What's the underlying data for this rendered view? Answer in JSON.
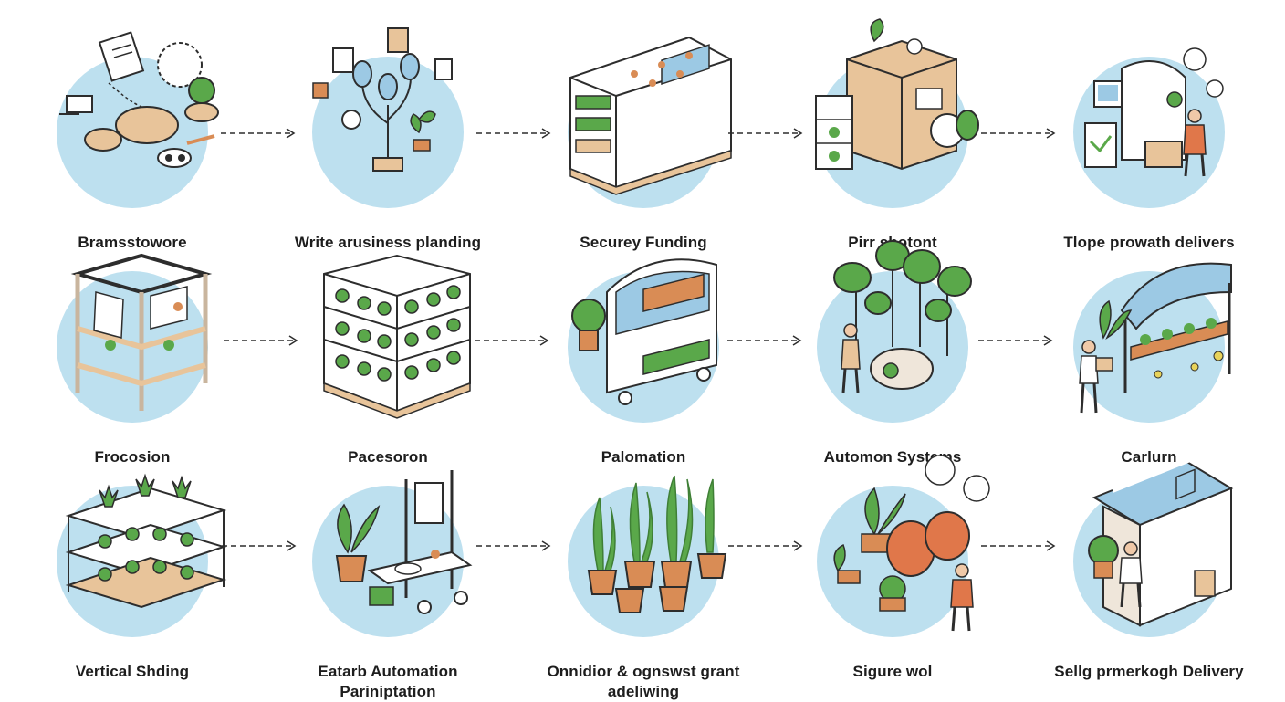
{
  "steps": [
    {
      "id": "s1",
      "label": "Bramsstowore",
      "icon": "brainstorm-icon"
    },
    {
      "id": "s2",
      "label": "Write arusiness planding",
      "icon": "business-plan-icon"
    },
    {
      "id": "s3",
      "label": "Securey Funding",
      "icon": "funding-container-icon"
    },
    {
      "id": "s4",
      "label": "Pirr sbotont",
      "icon": "building-plant-icon"
    },
    {
      "id": "s5",
      "label": "Tlope prowath delivers",
      "icon": "delivery-worker-icon"
    },
    {
      "id": "s6",
      "label": "Frocosion",
      "icon": "frame-structure-icon"
    },
    {
      "id": "s7",
      "label": "Pacesoron",
      "icon": "grow-rack-icon"
    },
    {
      "id": "s8",
      "label": "Palomation",
      "icon": "greenhouse-cart-icon"
    },
    {
      "id": "s9",
      "label": "Automon Systems",
      "icon": "trees-worker-icon"
    },
    {
      "id": "s10",
      "label": "Carlurn",
      "icon": "greenhouse-stand-icon"
    },
    {
      "id": "s11",
      "label": "Vertical Shding",
      "icon": "vertical-shelf-icon"
    },
    {
      "id": "s12",
      "label": "Eatarb Automation Pariniptation",
      "icon": "automation-station-icon"
    },
    {
      "id": "s13",
      "label": "Onnidior & ognswst grant adeliwing",
      "icon": "potted-grass-icon"
    },
    {
      "id": "s14",
      "label": "Sigure wol",
      "icon": "harvest-worker-icon"
    },
    {
      "id": "s15",
      "label": "Sellg prmerkogh Delivery",
      "icon": "market-stall-icon"
    }
  ],
  "colors": {
    "circle": "#bde0ef",
    "stroke": "#2d2d2d",
    "leaf": "#5aa84a",
    "leaf_dark": "#3f7f36",
    "wood": "#e8c49a",
    "pot": "#d98c55",
    "white": "#ffffff",
    "orange": "#e0774a",
    "blue": "#9cc9e4"
  }
}
